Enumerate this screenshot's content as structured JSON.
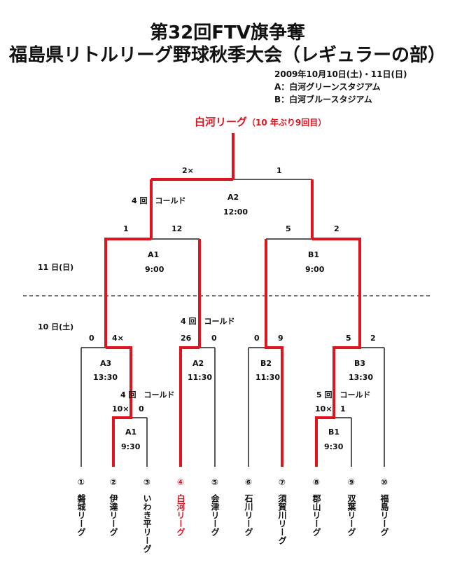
{
  "header": {
    "title_line1": "第32回FTV旗争奪",
    "title_line2": "福島県リトルリーグ野球秋季大会（レギュラーの部）",
    "date": "2009年10月10日(土)・11日(日)",
    "venue_a": "A：白河グリーンスタジアム",
    "venue_b": "B：白河ブルースタジアム"
  },
  "champion": {
    "name": "白河リーグ",
    "note": "（10 年ぶり9回目）"
  },
  "days": {
    "day11": "11 日(日)",
    "day10": "10 日(土)"
  },
  "games": {
    "final": {
      "venue": "A2",
      "time": "12:00",
      "score_left": "2×",
      "score_right": "1",
      "note": "4 回　コールド"
    },
    "a1_sf": {
      "venue": "A1",
      "time": "9:00",
      "score_left": "1",
      "score_right": "12"
    },
    "b1_sf": {
      "venue": "B1",
      "time": "9:00",
      "score_left": "5",
      "score_right": "2"
    },
    "a3": {
      "venue": "A3",
      "time": "13:30",
      "score_left": "0",
      "score_right": "4×"
    },
    "a2": {
      "venue": "A2",
      "time": "11:30",
      "score_left": "26",
      "score_right": "0",
      "note": "4 回　コールド"
    },
    "b2": {
      "venue": "B2",
      "time": "11:30",
      "score_left": "0",
      "score_right": "9"
    },
    "b3": {
      "venue": "B3",
      "time": "13:30",
      "score_left": "5",
      "score_right": "2"
    },
    "a1_r1": {
      "venue": "A1",
      "time": "9:30",
      "score_left": "10×",
      "score_right": "0",
      "note": "4 回　コールド"
    },
    "b1_r1": {
      "venue": "B1",
      "time": "9:30",
      "score_left": "10×",
      "score_right": "1",
      "note": "5 回　コールド"
    }
  },
  "teams": [
    {
      "seed": "①",
      "name": "磐城リーグ"
    },
    {
      "seed": "②",
      "name": "伊達リーグ"
    },
    {
      "seed": "③",
      "name": "いわき平リーグ"
    },
    {
      "seed": "④",
      "name": "白河リーグ"
    },
    {
      "seed": "⑤",
      "name": "会津リーグ"
    },
    {
      "seed": "⑥",
      "name": "石川リーグ"
    },
    {
      "seed": "⑦",
      "name": "須賀川リーグ"
    },
    {
      "seed": "⑧",
      "name": "郡山リーグ"
    },
    {
      "seed": "⑨",
      "name": "双葉リーグ"
    },
    {
      "seed": "⑩",
      "name": "福島リーグ"
    }
  ],
  "colors": {
    "winner_line": "#e0141e",
    "line": "#222222"
  }
}
